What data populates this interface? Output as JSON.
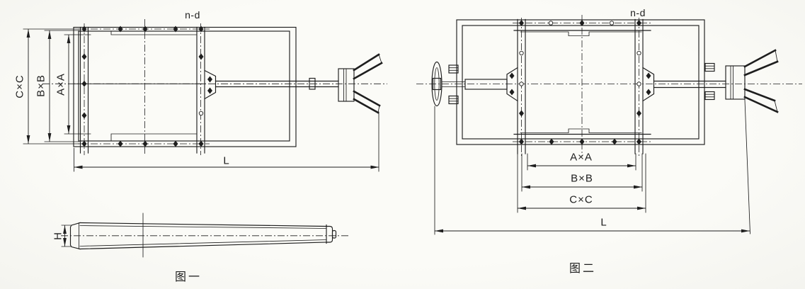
{
  "figure1": {
    "caption": "图一",
    "hole_label": "n-d",
    "dim_outer": "C×C",
    "dim_middle": "B×B",
    "dim_inner": "A×A",
    "dim_length": "L",
    "dim_thickness": "H"
  },
  "figure2": {
    "caption": "图二",
    "hole_label": "n-d",
    "dim_inner": "A×A",
    "dim_middle": "B×B",
    "dim_outer": "C×C",
    "dim_length": "L"
  },
  "colors": {
    "ink": "#1e1e1e",
    "paper": "#fcfcf9"
  }
}
